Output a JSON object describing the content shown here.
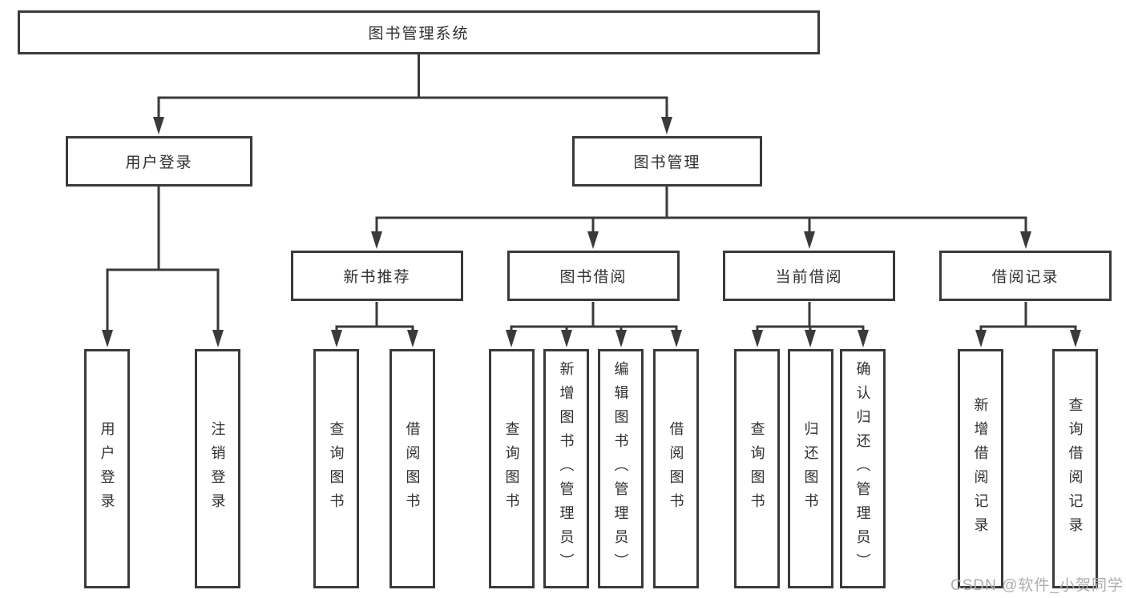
{
  "diagram": {
    "watermark": "CSDN @软件_小贺同学",
    "colors": {
      "background": "#ffffff",
      "box_border": "#3a3a3a",
      "connector_line": "#3a3a3a",
      "text": "#2f2f2f",
      "watermark": "#adadad"
    },
    "tree": {
      "label": "图书管理系统",
      "children": [
        {
          "label": "用户登录",
          "children": [
            {
              "label": "用户登录"
            },
            {
              "label": "注销登录"
            }
          ]
        },
        {
          "label": "图书管理",
          "children": [
            {
              "label": "新书推荐",
              "children": [
                {
                  "label": "查询图书"
                },
                {
                  "label": "借阅图书"
                }
              ]
            },
            {
              "label": "图书借阅",
              "children": [
                {
                  "label": "查询图书"
                },
                {
                  "label": "新增图书（管理员）"
                },
                {
                  "label": "编辑图书（管理员）"
                },
                {
                  "label": "借阅图书"
                }
              ]
            },
            {
              "label": "当前借阅",
              "children": [
                {
                  "label": "查询图书"
                },
                {
                  "label": "归还图书"
                },
                {
                  "label": "确认归还（管理员）"
                }
              ]
            },
            {
              "label": "借阅记录",
              "children": [
                {
                  "label": "新增借阅记录"
                },
                {
                  "label": "查询借阅记录"
                }
              ]
            }
          ]
        }
      ]
    }
  }
}
